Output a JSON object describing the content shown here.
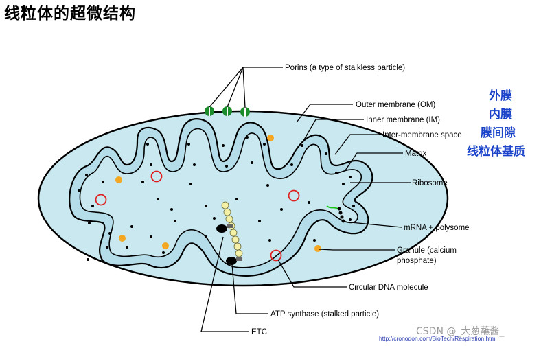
{
  "title": "线粒体的超微结构",
  "labels": {
    "porins": "Porins (a type of stalkless particle)",
    "outer_membrane": "Outer membrane (OM)",
    "inner_membrane": "Inner membrane (IM)",
    "intermembrane_space": "Inter-membrane space",
    "matrix": "Matrix",
    "ribosome": "Ribosome",
    "mrna": "mRNA + polysome",
    "granule_line1": "Granule (calcium",
    "granule_line2": "phosphate)",
    "dna": "Circular DNA molecule",
    "atp": "ATP synthase (stalked particle)",
    "etc": "ETC"
  },
  "chinese_labels": [
    "外膜",
    "内膜",
    "膜间隙",
    "线粒体基质"
  ],
  "watermark": "CSDN @_大葱蘸酱_",
  "source_url": "http://cronodon.com/BioTech/Respiration.html",
  "colors": {
    "matrix_fill": "#c9e8ef",
    "intermembrane_fill": "#b5dce9",
    "chinese_text": "#1a43c9",
    "granule": "#f5a623",
    "dna_ring": "#e02020",
    "porin": "#1a8c2a"
  }
}
